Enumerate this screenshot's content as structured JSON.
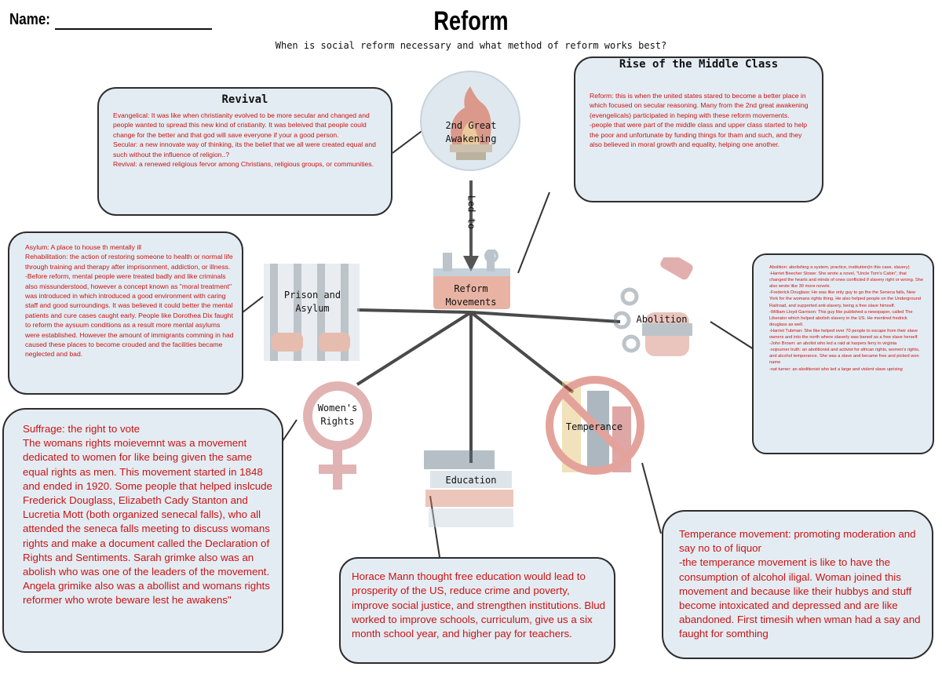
{
  "header": {
    "name_label": "Name:",
    "title": "Reform",
    "question": "When is social reform necessary and what method of reform works best?"
  },
  "revival": {
    "title": "Revival",
    "text": "Evangelical: It was like when christianity evolved to be more secular and changed and people wanted to spread this new kind of cristianity. It was beleived that people could change for the better and that god will save everyone if your a good person.\nSecular: a new innovate way of thinking, its the belief that we all were created equal and such without the influence of religion..?\nRevival: a renewed religious fervor among Christians, religious groups, or communities."
  },
  "middle_class": {
    "title": "Rise of the Middle Class",
    "text": "Reform: this is when the united states stared to become a better place in which focused on secular reasoning. Many from the 2nd great awakening (evengelicals) participated in heping with these reform movements.\n-people that were part of the middle class and upper class started to help the poor and unfortunate by funding things for tham and such, and they also believed in moral growth and equality, helping one another."
  },
  "nodes": {
    "awakening": "2nd Great\nAwakening",
    "led_to": "Led to",
    "reform": "Reform\nMovements",
    "prison": "Prison and\nAsylum",
    "abolition": "Abolition",
    "womens": "Women's\nRights",
    "education": "Education",
    "temperance": "Temperance"
  },
  "prison_text": "Asylum: A place to house th mentally ill\nRehabilitation: the action of restoring someone to health or normal life through training and therapy after imprisonment, addiction, or illness.\n-Before reform, mental people were treated badly and like criminals also missunderstood, however a concept known as \"moral treatment\" was introduced in which introduced a good environment with caring staff and good surroundings. It was believed it could better the mental patients and cure cases caught early. People like Dorothea Dix faught to reform the aysuum conditions as a result more mental asylums were established. However the amount of immigrants comming in had caused these places to become crouded and the facilities became neglected and bad.",
  "abolition_text": "Abolition: abolishing a system, practice, institution(in this case, slavery)\n-Harriet Beecher Stowe: She wrote a novel, \"Uncle Tom's Cabin\", that changed the hearts and minds of ones conflicted if slavery right or wrong. She also wrote like 30 more novels.\n-Frederick Douglass: He was like only guy to go the the Seneca falls, New York for the womans rights thing. He also helped people on the Underground Railroad, and supported anti-slavery, being a free slave himself.\n-William Lloyd Garrison: This guy like published a newspaper, called The Liberator which helped abolish slavery in the US. He mentired fredrick douglass as well.\n-Harriet Tubman: She like helped over 70 people to escape from their slave owners and into the north where slaverly was baned as a free slave herself.\n-John Brown: an abolist who led a raid at harpers ferry in virginia\n-sojourner truth: an abolitionist and activist for african rights, women's rights, and alcohol temperance. She was a slave and became free and picked won name\n-nat turner: an abolitionist who led a large and violent slave uprising",
  "womens_text": "Suffrage: the right to vote\nThe womans rights moievemnt was a movement dedicated to women for like being given the same equal rights as men. This movement started in 1848 and ended in 1920. Some people that helped inslcude Frederick Douglass, Elizabeth Cady Stanton and Lucretia Mott (both organized senecal falls), who all attended the seneca falls meeting to discuss womans rights and make a document called the Declaration of Rights and Sentiments. Sarah grimke also was an abolish who was one of the leaders of the movement. Angela grimike also was a abollist and womans rights reformer who wrote beware lest he awakens\"",
  "education_text": "Horace Mann thought free education would lead to prosperity of the US, reduce crime and poverty, improve social justice, and strengthen institutions. Blud worked to improve schools, curriculum, give us a six month school year, and higher pay for teachers.",
  "temperance_text": "Temperance movement: promoting moderation and say no to  of liquor\n-the temperance movement is like to have the consumption of alcohol iligal. Woman joined this movement and because like their hubbys and stuff become intoxicated and depressed and are like abandoned. First timesih when wman had a say and faught for somthing",
  "colors": {
    "box_bg": "#e4ecf3",
    "text_red": "#c81414",
    "line": "#4a4a4a"
  }
}
